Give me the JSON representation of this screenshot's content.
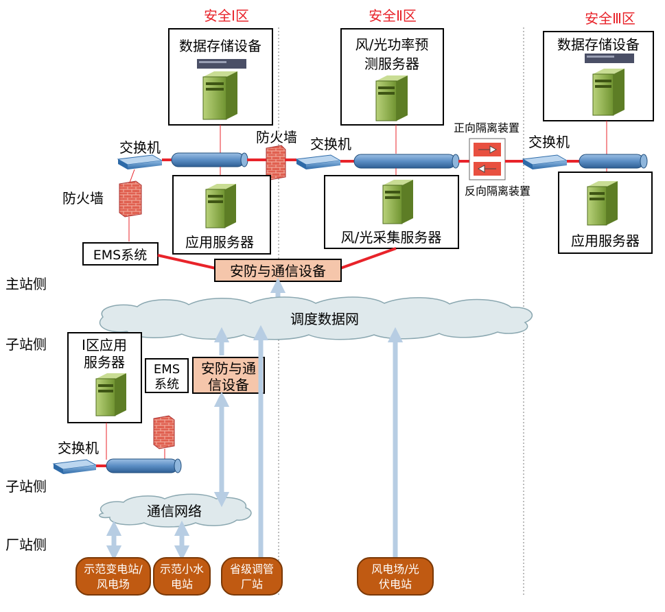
{
  "zones": {
    "zone1": "安全Ⅰ区",
    "zone2": "安全Ⅱ区",
    "zone3": "安全Ⅲ区"
  },
  "side_labels": {
    "master_side": "主站侧",
    "substation_side_1": "子站侧",
    "substation_side_2": "子站侧",
    "plant_side": "厂站侧"
  },
  "master": {
    "zone1_storage_label": "数据存储设备",
    "zone2_forecast_line1": "风/光功率预",
    "zone2_forecast_line2": "测服务器",
    "zone3_storage_label": "数据存储设备",
    "switch1_label": "交换机",
    "switch2_label": "交换机",
    "switch3_label": "交换机",
    "firewall_left_label": "防火墙",
    "firewall_mid_label": "防火墙",
    "forward_isolation": "正向隔离装置",
    "reverse_isolation": "反向隔离装置",
    "zone1_app_server": "应用服务器",
    "zone2_collect_server": "风/光采集服务器",
    "zone3_app_server": "应用服务器",
    "ems": "EMS系统",
    "security_comm": "安防与通信设备"
  },
  "dispatch_network": "调度数据网",
  "substation": {
    "app_server_line1": "Ⅰ区应用",
    "app_server_line2": "服务器",
    "ems_line1": "EMS",
    "ems_line2": "系统",
    "security_line1": "安防与通",
    "security_line2": "信设备",
    "switch_label": "交换机",
    "comm_network": "通信网络"
  },
  "plants": [
    {
      "line1": "示范变电站/",
      "line2": "风电场"
    },
    {
      "line1": "示范小水",
      "line2": "电站"
    },
    {
      "line1": "省级调管",
      "line2": "厂站"
    },
    {
      "line1": "风电场/光",
      "line2": "伏电站"
    }
  ],
  "colors": {
    "zone_title": "#e8232a",
    "link_red": "#e8232a",
    "bus_blue": "#4f81bd",
    "arrow_blue": "#b7cde3",
    "security_fill": "#f5c6ab",
    "plant_fill": "#c05a12",
    "server_green": "#8db04a",
    "cloud_fill": "#dfe9ec"
  }
}
